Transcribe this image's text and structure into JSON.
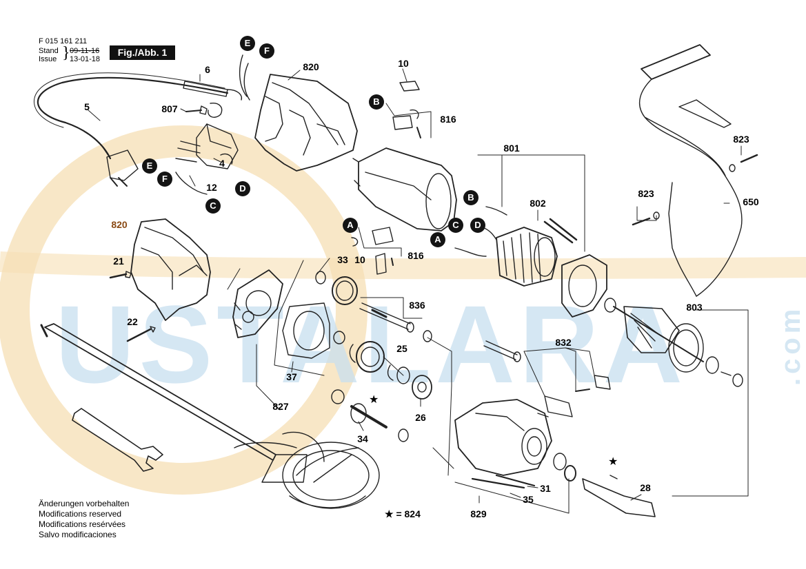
{
  "header": {
    "doc_number": "F 015 161 211",
    "stand_label": "Stand",
    "issue_label": "Issue",
    "stand_date": "09-11-16",
    "issue_date": "13-01-18",
    "figure_label": "Fig./Abb. 1"
  },
  "watermark": {
    "text": "USTALARA",
    "suffix": ".com",
    "color_blue": "#c8dff0",
    "color_orange": "#f6dfb4"
  },
  "parts": [
    {
      "id": "p6",
      "label": "6"
    },
    {
      "id": "p5",
      "label": "5"
    },
    {
      "id": "p807",
      "label": "807"
    },
    {
      "id": "p820a",
      "label": "820"
    },
    {
      "id": "p4",
      "label": "4"
    },
    {
      "id": "p12",
      "label": "12"
    },
    {
      "id": "p820b",
      "label": "820"
    },
    {
      "id": "p21",
      "label": "21"
    },
    {
      "id": "p22",
      "label": "22"
    },
    {
      "id": "p10a",
      "label": "10"
    },
    {
      "id": "p816a",
      "label": "816"
    },
    {
      "id": "p801",
      "label": "801"
    },
    {
      "id": "p802",
      "label": "802"
    },
    {
      "id": "p816b",
      "label": "816"
    },
    {
      "id": "p10b",
      "label": "10"
    },
    {
      "id": "p33",
      "label": "33"
    },
    {
      "id": "p836",
      "label": "836"
    },
    {
      "id": "p25",
      "label": "25"
    },
    {
      "id": "p37",
      "label": "37"
    },
    {
      "id": "p827",
      "label": "827"
    },
    {
      "id": "p26",
      "label": "26"
    },
    {
      "id": "p34",
      "label": "34"
    },
    {
      "id": "p832",
      "label": "832"
    },
    {
      "id": "p803",
      "label": "803"
    },
    {
      "id": "p823a",
      "label": "823"
    },
    {
      "id": "p823b",
      "label": "823"
    },
    {
      "id": "p650",
      "label": "650"
    },
    {
      "id": "p31",
      "label": "31"
    },
    {
      "id": "p35",
      "label": "35"
    },
    {
      "id": "p28",
      "label": "28"
    },
    {
      "id": "p829",
      "label": "829"
    }
  ],
  "callouts": [
    {
      "id": "cE1",
      "label": "E"
    },
    {
      "id": "cF1",
      "label": "F"
    },
    {
      "id": "cE2",
      "label": "E"
    },
    {
      "id": "cF2",
      "label": "F"
    },
    {
      "id": "cD1",
      "label": "D"
    },
    {
      "id": "cC1",
      "label": "C"
    },
    {
      "id": "cB1",
      "label": "B"
    },
    {
      "id": "cB2",
      "label": "B"
    },
    {
      "id": "cC2",
      "label": "C"
    },
    {
      "id": "cD2",
      "label": "D"
    },
    {
      "id": "cA1",
      "label": "A"
    },
    {
      "id": "cA2",
      "label": "A"
    }
  ],
  "star_note": "★ = 824",
  "notes": [
    "Änderungen vorbehalten",
    "Modifications reserved",
    "Modifications resérvées",
    "Salvo modificaciones"
  ]
}
